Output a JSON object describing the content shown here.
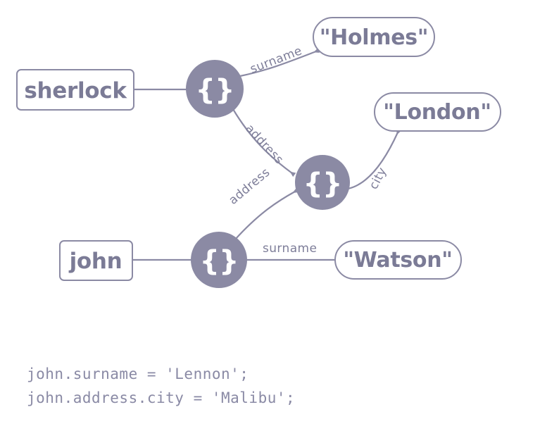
{
  "diagram": {
    "title": "javascript-object-graph",
    "colors": {
      "node_fill": "#8b8aa4",
      "stroke": "#8b8aa4",
      "text": "#7b7b96",
      "label_text": "#7e7e99",
      "box_fill": "#ffffff",
      "code_text": "#8a8aa5",
      "background": "#ffffff"
    },
    "variables": [
      {
        "id": "var-sherlock",
        "label": "sherlock"
      },
      {
        "id": "var-john",
        "label": "john"
      }
    ],
    "objects": [
      {
        "id": "obj-sherlock",
        "glyph": "{}"
      },
      {
        "id": "obj-address",
        "glyph": "{}"
      },
      {
        "id": "obj-john",
        "glyph": "{}"
      }
    ],
    "values": [
      {
        "id": "val-holmes",
        "label": "\"Holmes\""
      },
      {
        "id": "val-london",
        "label": "\"London\""
      },
      {
        "id": "val-watson",
        "label": "\"Watson\""
      }
    ],
    "edges": [
      {
        "id": "edge-sherlock-surname",
        "label": "surname",
        "from": "obj-sherlock",
        "to": "val-holmes"
      },
      {
        "id": "edge-sherlock-address",
        "label": "address",
        "from": "obj-sherlock",
        "to": "obj-address"
      },
      {
        "id": "edge-john-address",
        "label": "address",
        "from": "obj-john",
        "to": "obj-address"
      },
      {
        "id": "edge-address-city",
        "label": "city",
        "from": "obj-address",
        "to": "val-london"
      },
      {
        "id": "edge-john-surname",
        "label": "surname",
        "from": "obj-john",
        "to": "val-watson"
      }
    ]
  },
  "code": {
    "lines": [
      "john.surname = 'Lennon';",
      "john.address.city = 'Malibu';"
    ]
  }
}
